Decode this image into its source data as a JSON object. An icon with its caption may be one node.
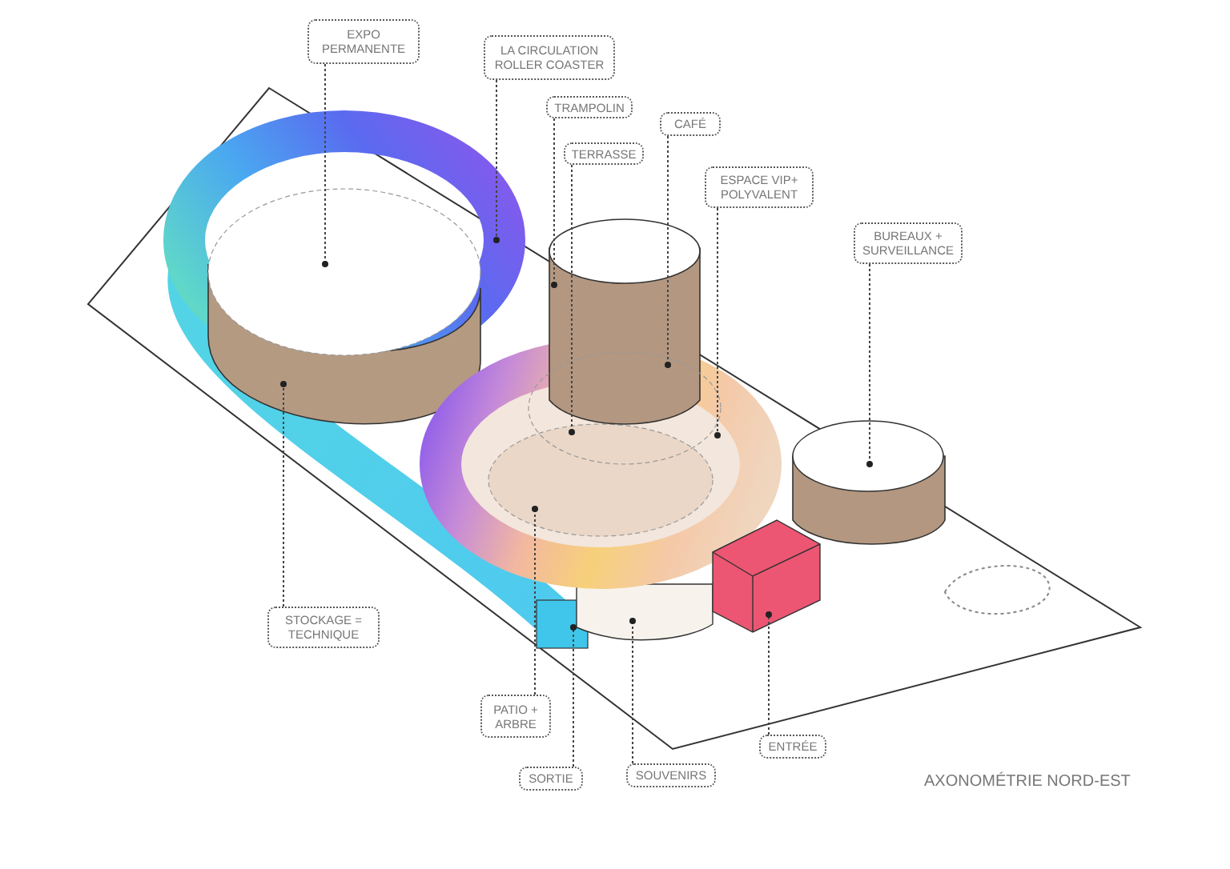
{
  "diagram": {
    "nodes": [
      {
        "text": [
          "EXPO PERMANENTE"
        ]
      },
      {
        "text": [
          "LA CIRCULATION ROLLER COASTER"
        ]
      },
      {
        "text": [
          "TRAMPOLIN"
        ]
      },
      {
        "text": [
          "TERRASSE"
        ]
      },
      {
        "text": [
          "CAFÉ"
        ]
      },
      {
        "text": [
          "ESPACE VIP+ POLYVALENT"
        ]
      },
      {
        "text": [
          "BUREAUX + SURVEILLANCE"
        ]
      },
      {
        "text": [
          "STOCKAGE = TECHNIQUE"
        ]
      },
      {
        "text": [
          "PATIO + ARBRE"
        ]
      },
      {
        "text": [
          "SORTIE"
        ]
      },
      {
        "text": [
          "SOUVENIRS"
        ]
      },
      {
        "text": [
          "ENTRÉE"
        ]
      }
    ],
    "edges": [
      {
        "from": 0,
        "to": null,
        "arrow": "other"
      },
      {
        "from": 1,
        "to": null,
        "arrow": "other"
      },
      {
        "from": 2,
        "to": null,
        "arrow": "other"
      },
      {
        "from": 3,
        "to": null,
        "arrow": "other"
      },
      {
        "from": 4,
        "to": null,
        "arrow": "other"
      },
      {
        "from": 5,
        "to": null,
        "arrow": "other"
      },
      {
        "from": 6,
        "to": null,
        "arrow": "other"
      },
      {
        "from": 7,
        "to": null,
        "arrow": "other"
      },
      {
        "from": 8,
        "to": null,
        "arrow": "other"
      },
      {
        "from": 9,
        "to": null,
        "arrow": "other"
      },
      {
        "from": 10,
        "to": null,
        "arrow": "other"
      },
      {
        "from": 11,
        "to": null,
        "arrow": "other"
      }
    ],
    "labels": [
      "AXONOMÉTRIE NORD-EST"
    ]
  }
}
